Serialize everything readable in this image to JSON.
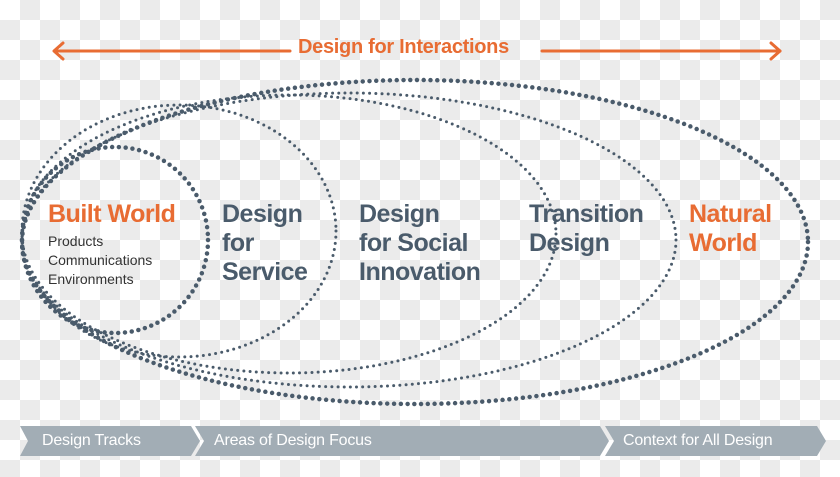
{
  "header": {
    "title": "Design for Interactions",
    "arrow_direction": "bidirectional",
    "arrow_color": "#e86c33"
  },
  "circles": [
    {
      "title": "Built World",
      "color": "#e86c33",
      "items": [
        "Products",
        "Communications",
        "Environments"
      ]
    },
    {
      "title_lines": [
        "Design",
        "for",
        "Service"
      ],
      "color": "#4a5b6b"
    },
    {
      "title_lines": [
        "Design",
        "for Social",
        "Innovation"
      ],
      "color": "#4a5b6b"
    },
    {
      "title_lines": [
        "Transition",
        "Design"
      ],
      "color": "#4a5b6b"
    },
    {
      "title_lines": [
        "Natural",
        "World"
      ],
      "color": "#e86c33"
    }
  ],
  "tracks": [
    {
      "label": "Design Tracks"
    },
    {
      "label": "Areas of Design Focus"
    },
    {
      "label": "Context for All Design"
    }
  ],
  "colors": {
    "accent": "#e86c33",
    "slate": "#4a5b6b",
    "dots": "#4a5b6b",
    "track_band": "#a2adb5"
  }
}
